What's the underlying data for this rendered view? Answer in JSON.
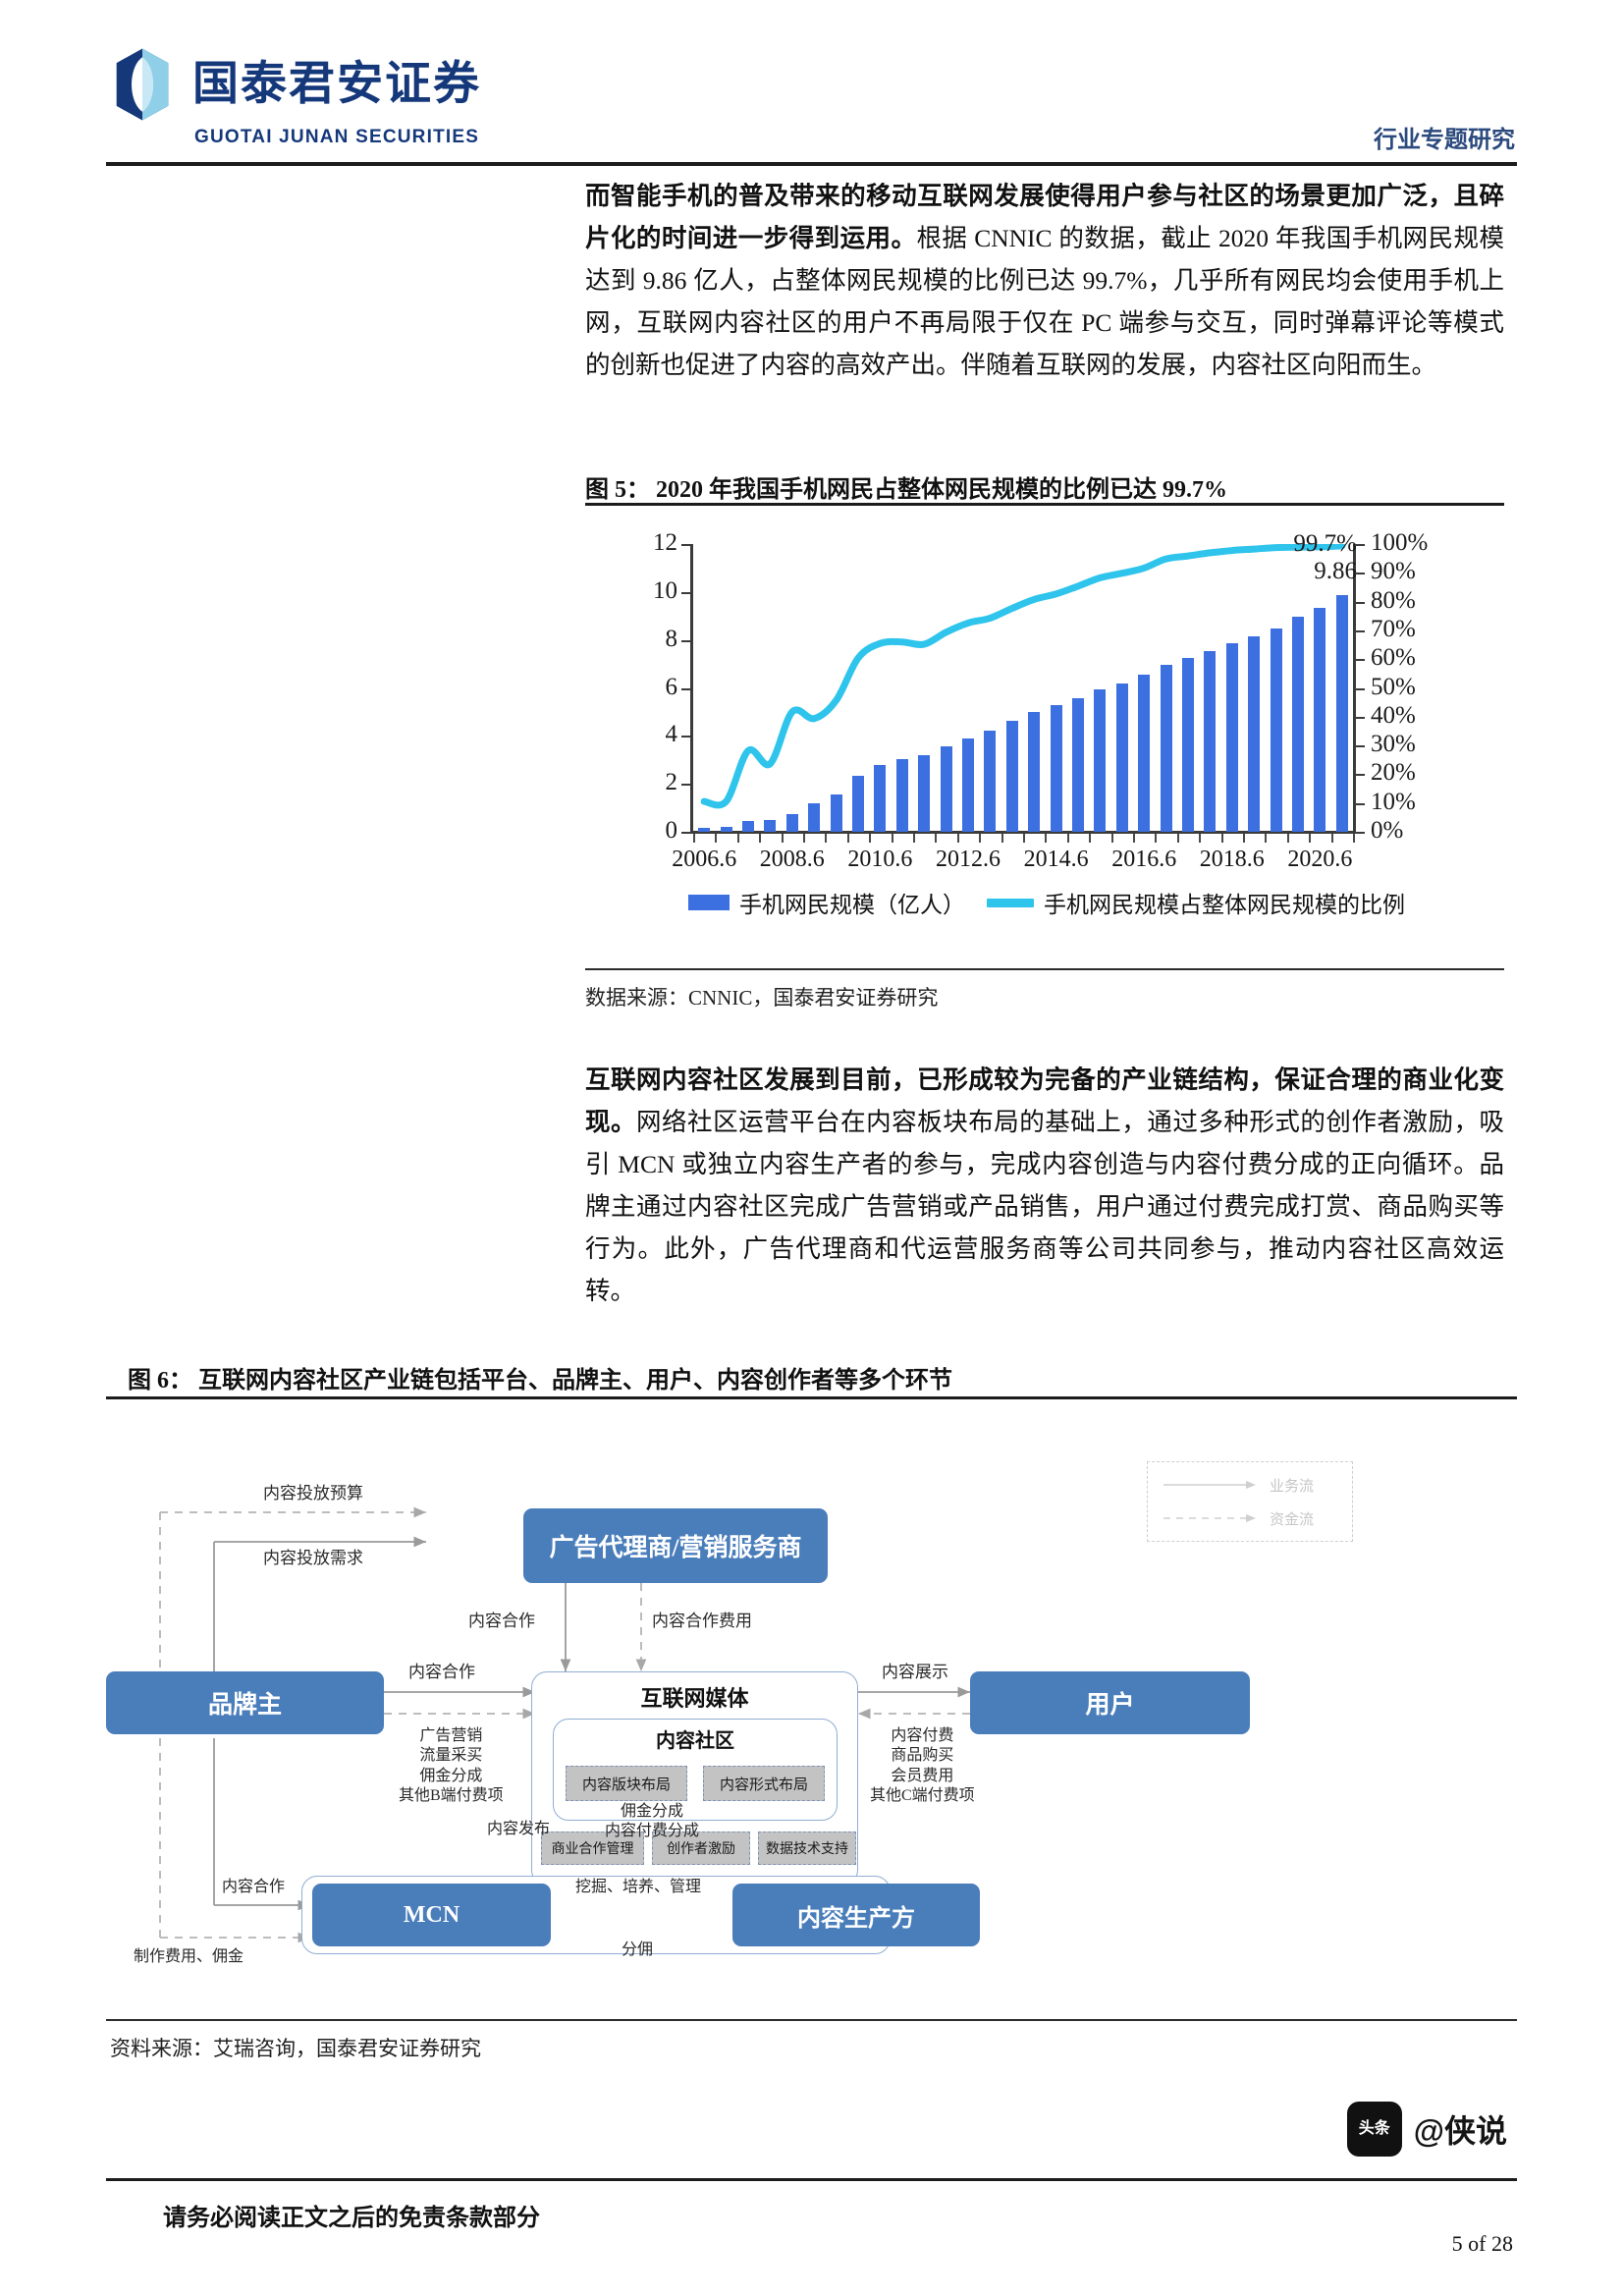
{
  "header": {
    "logo_cn": "国泰君安证券",
    "logo_en": "GUOTAI JUNAN SECURITIES",
    "section": "行业专题研究"
  },
  "paragraph1": {
    "bold_part": "而智能手机的普及带来的移动互联网发展使得用户参与社区的场景更加广泛，且碎片化的时间进一步得到运用。",
    "rest": "根据 CNNIC 的数据，截止 2020 年我国手机网民规模达到 9.86 亿人，占整体网民规模的比例已达 99.7%，几乎所有网民均会使用手机上网，互联网内容社区的用户不再局限于仅在 PC 端参与交互，同时弹幕评论等模式的创新也促进了内容的高效产出。伴随着互联网的发展，内容社区向阳而生。"
  },
  "paragraph2": {
    "bold_part": "互联网内容社区发展到目前，已形成较为完备的产业链结构，保证合理的商业化变现。",
    "rest": "网络社区运营平台在内容板块布局的基础上，通过多种形式的创作者激励，吸引 MCN 或独立内容生产者的参与，完成内容创造与内容付费分成的正向循环。品牌主通过内容社区完成广告营销或产品销售，用户通过付费完成打赏、商品购买等行为。此外，广告代理商和代运营服务商等公司共同参与，推动内容社区高效运转。"
  },
  "figure5": {
    "title": "图 5： 2020 年我国手机网民占整体网民规模的比例已达 99.7%",
    "source": "数据来源：CNNIC，国泰君安证券研究",
    "annotation_pct": "99.7%",
    "annotation_val": "9.86"
  },
  "chart_data": {
    "type": "bar",
    "title": "2020 年我国手机网民占整体网民规模的比例已达 99.7%",
    "xlabel": "",
    "ylabel": "手机网民规模（亿人）",
    "y2label": "手机网民规模占整体网民规模的比例",
    "ylim": [
      0,
      12
    ],
    "y2lim": [
      0,
      1
    ],
    "yticks": [
      "0",
      "2",
      "4",
      "6",
      "8",
      "10",
      "12"
    ],
    "y2ticks": [
      "0%",
      "10%",
      "20%",
      "30%",
      "40%",
      "50%",
      "60%",
      "70%",
      "80%",
      "90%",
      "100%"
    ],
    "grid": false,
    "legend_position": "bottom",
    "x": [
      "2006.6",
      "2006.12",
      "2007.6",
      "2007.12",
      "2008.6",
      "2008.12",
      "2009.6",
      "2009.12",
      "2010.6",
      "2010.12",
      "2011.6",
      "2011.12",
      "2012.6",
      "2012.12",
      "2013.6",
      "2013.12",
      "2014.6",
      "2014.12",
      "2015.6",
      "2015.12",
      "2016.6",
      "2016.12",
      "2017.6",
      "2017.12",
      "2018.6",
      "2018.12",
      "2019.6",
      "2019.12",
      "2020.6",
      "2020.12"
    ],
    "xtick_labels": [
      "2006.6",
      "2008.6",
      "2010.6",
      "2012.6",
      "2014.6",
      "2016.6",
      "2018.6",
      "2020.6"
    ],
    "series": [
      {
        "name": "手机网民规模（亿人）",
        "type": "bar",
        "color": "#3c6fe0",
        "values": [
          0.17,
          0.22,
          0.44,
          0.5,
          0.73,
          1.18,
          1.55,
          2.33,
          2.77,
          3.03,
          3.18,
          3.56,
          3.88,
          4.2,
          4.64,
          5.0,
          5.27,
          5.57,
          5.94,
          6.2,
          6.56,
          6.95,
          7.24,
          7.53,
          7.88,
          8.17,
          8.47,
          8.97,
          9.32,
          9.86
        ]
      },
      {
        "name": "手机网民规模占整体网民规模的比例",
        "type": "line",
        "color": "#2ec4ec",
        "values": [
          0.109,
          0.109,
          0.285,
          0.24,
          0.42,
          0.397,
          0.46,
          0.607,
          0.658,
          0.663,
          0.655,
          0.697,
          0.729,
          0.746,
          0.78,
          0.811,
          0.83,
          0.857,
          0.886,
          0.902,
          0.92,
          0.952,
          0.962,
          0.973,
          0.981,
          0.986,
          0.991,
          0.993,
          0.994,
          0.997
        ]
      }
    ]
  },
  "figure6": {
    "title": "图 6： 互联网内容社区产业链包括平台、品牌主、用户、内容创作者等多个环节",
    "source": "资料来源：艾瑞咨询，国泰君安证券研究",
    "legend": {
      "business_flow": "业务流",
      "capital_flow": "资金流"
    },
    "nodes": {
      "agency": "广告代理商/营销服务商",
      "brand": "品牌主",
      "user": "用户",
      "mcn": "MCN",
      "producer": "内容生产方",
      "media": "互联网媒体",
      "community": "内容社区",
      "community_box1": "内容版块布局",
      "community_box2": "内容形式布局",
      "media_box1": "商业合作管理",
      "media_box2": "创作者激励",
      "media_box3": "数据技术支持"
    },
    "edges": {
      "budget": "内容投放预算",
      "demand": "内容投放需求",
      "coop_top": "内容合作",
      "coop_fee_top": "内容合作费用",
      "coop_left": "内容合作",
      "brand_pay": "广告营销\n流量采买\n佣金分成\n其他B端付费项",
      "content_show": "内容展示",
      "user_pay": "内容付费\n商品购买\n会员费用\n其他C端付费项",
      "publish": "内容发布",
      "commission_split": "佣金分成\n内容付费分成",
      "coop_mcn": "内容合作",
      "production_fee": "制作费用、佣金",
      "cultivate": "挖掘、培养、管理",
      "share": "分佣"
    }
  },
  "footer": {
    "disclaimer": "请务必阅读正文之后的免责条款部分",
    "page": "5 of 28",
    "watermark_badge": "头条",
    "watermark_text": "@侠说"
  }
}
